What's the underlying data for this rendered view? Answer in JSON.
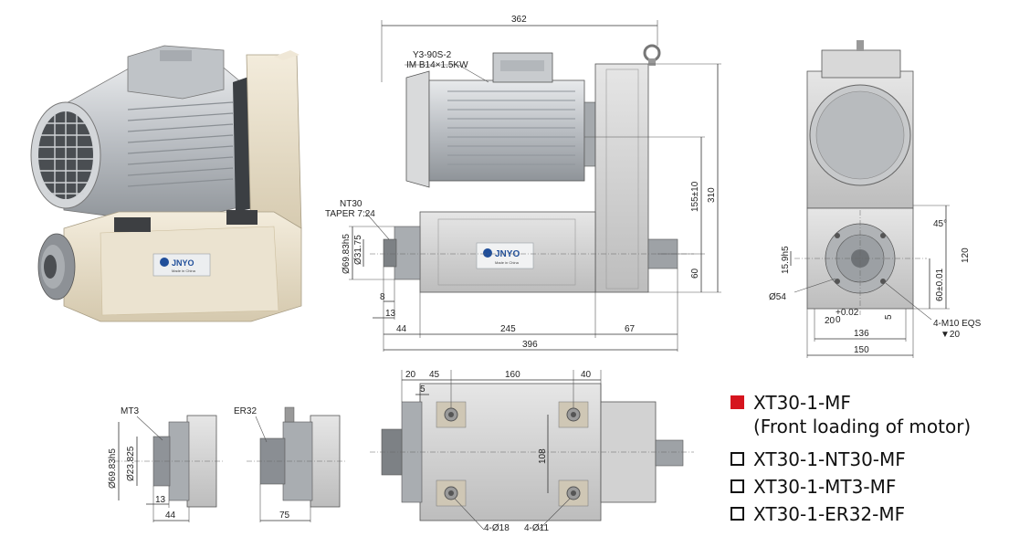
{
  "colors": {
    "checked": "#d6141e",
    "body": "#e9e0cc",
    "metal": "#c9ccd0"
  },
  "brand": {
    "logo_text": "JNYO",
    "plate_sub": "Made in China"
  },
  "legend": [
    {
      "label": "XT30-1-MF",
      "sub": "(Front loading of motor)",
      "checked": true
    },
    {
      "label": "XT30-1-NT30-MF",
      "checked": false
    },
    {
      "label": "XT30-1-MT3-MF",
      "checked": false
    },
    {
      "label": "XT30-1-ER32-MF",
      "checked": false
    }
  ],
  "side_view": {
    "motor_model": "Y3-90S-2",
    "motor_spec": "IM B14×1.5KW",
    "taper_label": "NT30",
    "taper_spec": "TAPER 7:24",
    "dims": {
      "overall_top": "362",
      "h_155": "155±10",
      "h_310": "310",
      "h_60": "60",
      "dia_outer": "Ø69.83h5",
      "dia_inner": "Ø31.75",
      "w_8": "8",
      "w_13": "13",
      "w_44": "44",
      "w_245": "245",
      "w_67": "67",
      "w_396": "396"
    }
  },
  "front_view": {
    "dims": {
      "angle": "45°",
      "h_120": "120",
      "h_60": "60±0.01",
      "d_159": "15.9h5",
      "d_54": "Ø54",
      "w_20": "20",
      "w_20_tol": "+0.02",
      "w_20_tol2": "0",
      "w_5": "5",
      "w_136": "136",
      "w_150": "150",
      "thread": "4-M10 EQS",
      "thread_depth": "▼20"
    }
  },
  "mt3_view": {
    "label": "MT3",
    "dia_outer": "Ø69.83h5",
    "dia_inner": "Ø23.825",
    "w_13": "13",
    "w_44": "44"
  },
  "er32_view": {
    "label": "ER32",
    "w_75": "75"
  },
  "top_view": {
    "dims": {
      "w_20": "20",
      "w_45": "45",
      "w_5": "5",
      "w_160": "160",
      "w_40": "40",
      "h_108": "108",
      "holes_large": "4-Ø18",
      "holes_small": "4-Ø11"
    }
  }
}
